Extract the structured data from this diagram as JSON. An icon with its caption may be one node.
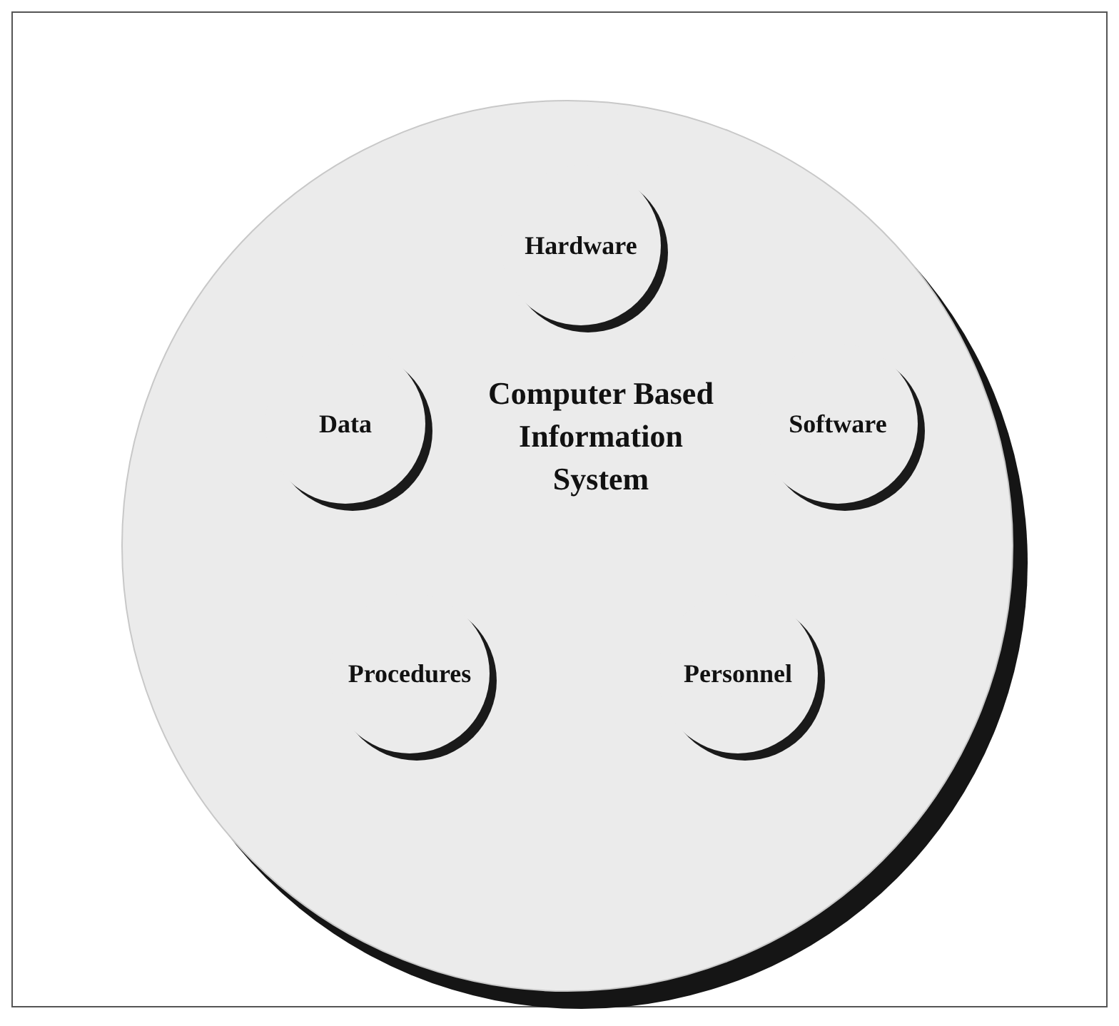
{
  "diagram": {
    "nodes": [
      {
        "text": [
          "Computer Based Information System"
        ]
      },
      {
        "text": [
          "Hardware"
        ],
        "in": 0
      },
      {
        "text": [
          "Data"
        ],
        "in": 0
      },
      {
        "text": [
          "Software"
        ],
        "in": 0
      },
      {
        "text": [
          "Procedures"
        ],
        "in": 0
      },
      {
        "text": [
          "Personnel"
        ],
        "in": 0
      }
    ]
  }
}
